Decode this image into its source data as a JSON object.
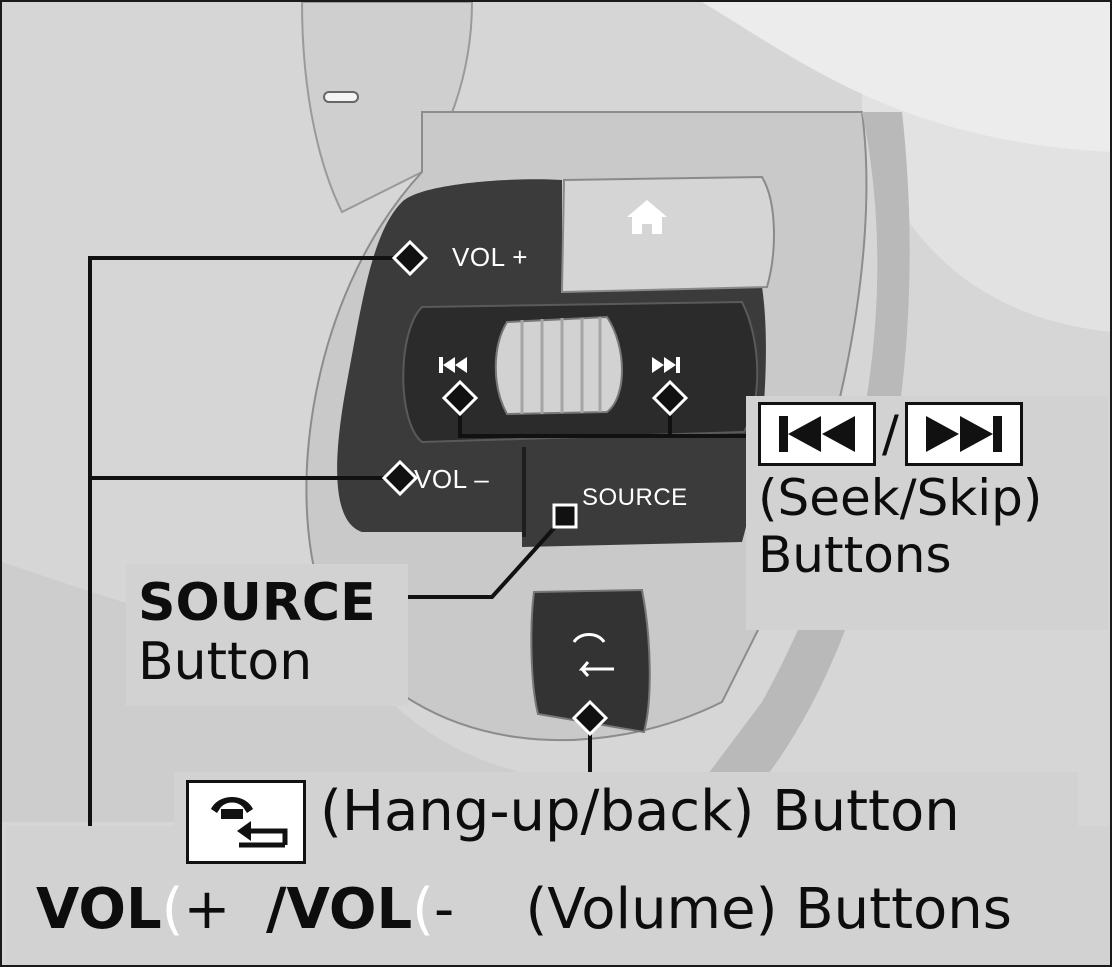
{
  "seek": {
    "label_line1": "(Seek/Skip)",
    "label_line2": "Buttons",
    "separator": "/",
    "prev_icon": "skip-back-icon",
    "next_icon": "skip-forward-icon"
  },
  "source": {
    "label_bold": "SOURCE",
    "label_normal": "Button"
  },
  "hangup": {
    "icon": "hang-up-back-icon",
    "label": "(Hang-up/back) Button"
  },
  "volume": {
    "vol": "VOL",
    "plus": "+",
    "slash_vol": "/VOL",
    "minus": "-",
    "paren": "(",
    "label": "(Volume) Buttons"
  },
  "wheel_buttons": {
    "vol_plus": "VOL +",
    "vol_minus": "VOL –",
    "source": "SOURCE",
    "home_icon": "home-icon"
  }
}
